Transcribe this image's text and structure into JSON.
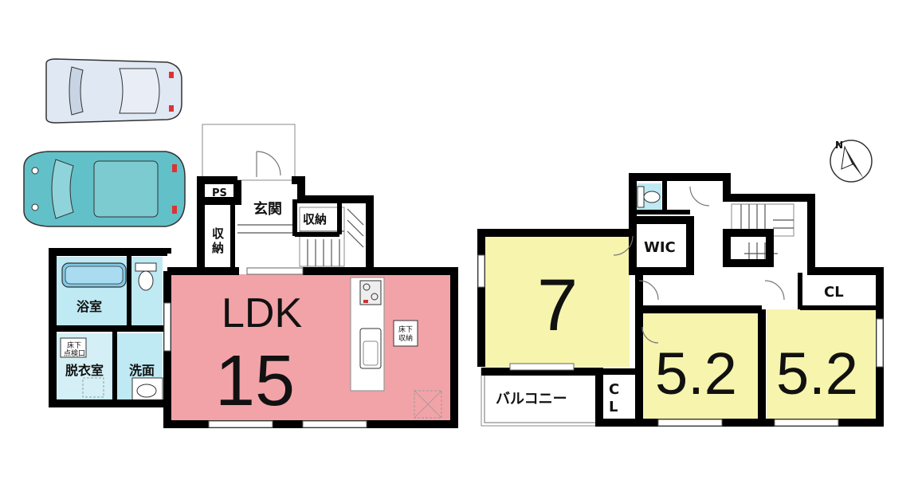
{
  "rooms": {
    "ldk": {
      "name": "LDK",
      "size": "15",
      "color": "#f2a3a8"
    },
    "room7": {
      "size": "7",
      "color": "#f7f4ad"
    },
    "room52a": {
      "size": "5.2",
      "color": "#f7f4ad"
    },
    "room52b": {
      "size": "5.2",
      "color": "#f7f4ad"
    },
    "genkan": "玄関",
    "shuno1": "収納",
    "shuno2": "収納",
    "ps": "PS",
    "bath": "浴室",
    "datsui": "脱衣室",
    "senmen": "洗面",
    "yukashita_tenken": "床下\n点検口",
    "yukashita_shuno": "床下\n収納",
    "wic": "WIC",
    "cl1": "CL",
    "cl2": "CL",
    "balcony": "バルコニー"
  },
  "colors": {
    "wet_area": "#bfe9f3",
    "car_front": "#dfe8f3",
    "car_back": "#62c0c8",
    "wall": "#000000"
  },
  "icons": {
    "compass": "north-arrow-icon",
    "car": "car-icon",
    "toilet": "toilet-icon",
    "bathtub": "bathtub-icon",
    "stove": "stove-icon",
    "sink": "sink-icon",
    "stairs": "stairs-icon"
  }
}
